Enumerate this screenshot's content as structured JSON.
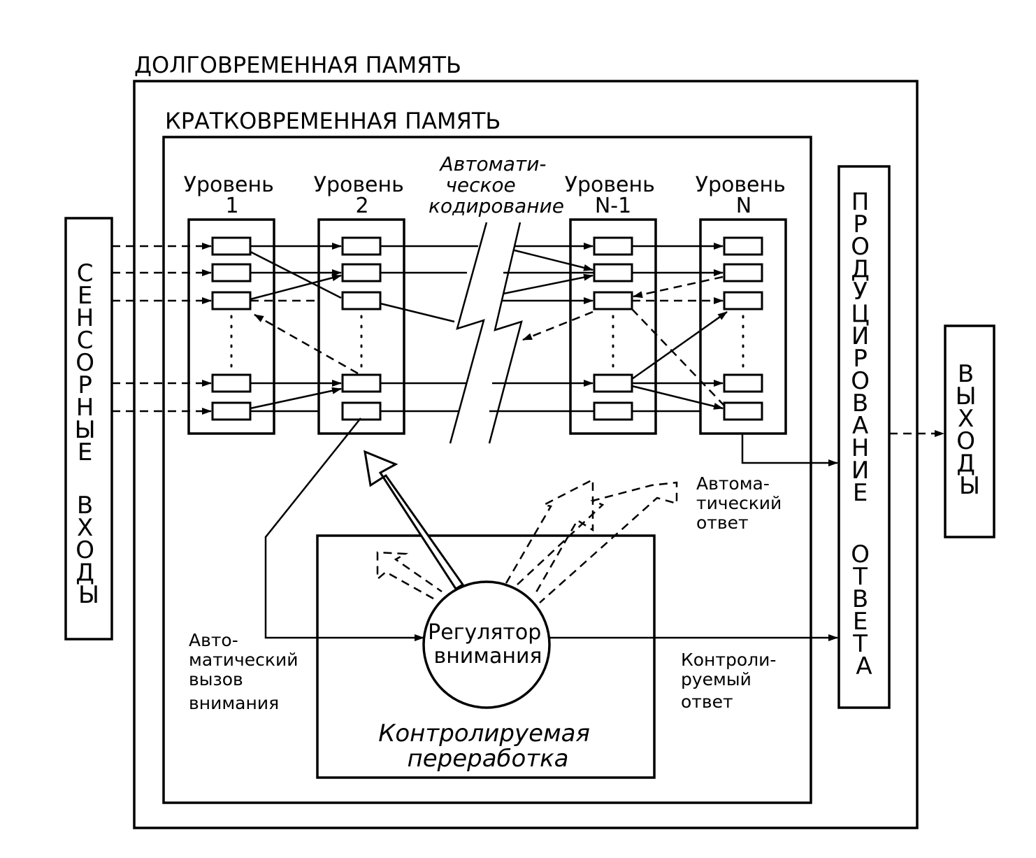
{
  "long_term_memory": "ДОЛГОВРЕМЕННАЯ ПАМЯТЬ",
  "short_term_memory": "КРАТКОВРЕМЕННАЯ ПАМЯТЬ",
  "levels": [
    {
      "line1": "Уровень",
      "line2": "1"
    },
    {
      "line1": "Уровень",
      "line2": "2"
    },
    {
      "line1": "Уровень",
      "line2": "N-1"
    },
    {
      "line1": "Уровень",
      "line2": "N"
    }
  ],
  "automatic_coding": [
    "Автомати-",
    "ческое",
    "кодирование"
  ],
  "sensory_inputs": [
    "С",
    "Е",
    "Н",
    "С",
    "О",
    "Р",
    "Н",
    "Ы",
    "Е",
    "",
    "В",
    "Х",
    "О",
    "Д",
    "Ы"
  ],
  "response_production": [
    "П",
    "Р",
    "О",
    "Д",
    "У",
    "Ц",
    "И",
    "Р",
    "О",
    "В",
    "А",
    "Н",
    "И",
    "Е",
    "",
    "О",
    "Т",
    "В",
    "Е",
    "Т",
    "А"
  ],
  "outputs": [
    "В",
    "Ы",
    "Х",
    "О",
    "Д",
    "Ы"
  ],
  "automatic_response": [
    "Автома-",
    "тический",
    "ответ"
  ],
  "automatic_attention_call": [
    "Авто-",
    "матический",
    "вызов",
    "внимания"
  ],
  "controlled_response": [
    "Контроли-",
    "руемый",
    "ответ"
  ],
  "attention_regulator": [
    "Регулятор",
    "внимания"
  ],
  "controlled_processing": [
    "Контролируемая",
    "переработка"
  ]
}
